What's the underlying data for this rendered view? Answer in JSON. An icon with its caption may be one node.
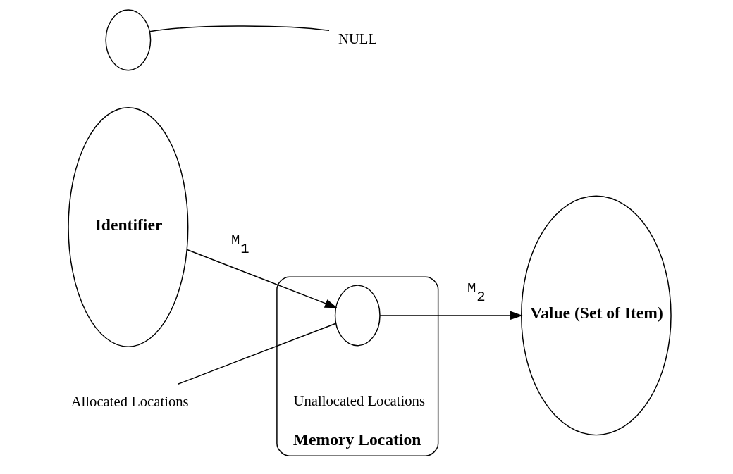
{
  "diagram": {
    "nodes": [
      {
        "text": [
          "Identifier"
        ]
      },
      {
        "text": [
          "Memory Location"
        ]
      },
      {
        "text": [],
        "shape": "circle",
        "in": 1
      },
      {
        "text": [],
        "shape": "circle"
      },
      {
        "text": [
          "Allocated Locations"
        ]
      },
      {
        "text": [
          "NULL"
        ]
      },
      {
        "text": [
          "Value (Set of Item)"
        ]
      }
    ],
    "edges": [
      {
        "from": 0,
        "to": 2,
        "arrow": "to",
        "label": "M$_{1}$"
      },
      {
        "from": 2,
        "to": 6,
        "arrow": "to",
        "label": "M$_{2}$"
      },
      {
        "from": 4,
        "to": 2,
        "arrow": "none"
      },
      {
        "from": 5,
        "to": 3,
        "arrow": "none"
      }
    ],
    "labels": [
      "Unallocated Locations"
    ]
  }
}
